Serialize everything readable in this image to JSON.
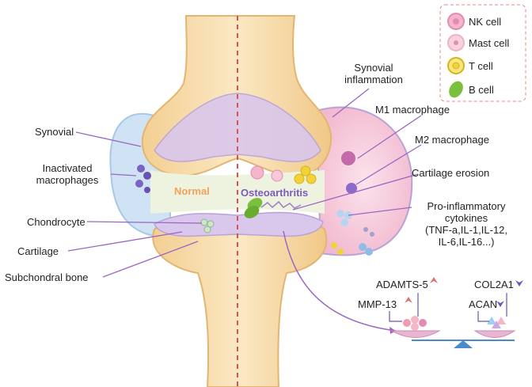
{
  "legend": {
    "items": [
      {
        "label": "NK cell",
        "icon": "nk-cell-icon",
        "color": "#e58ab2"
      },
      {
        "label": "Mast cell",
        "icon": "mast-cell-icon",
        "color": "#f3b6cc"
      },
      {
        "label": "T cell",
        "icon": "t-cell-icon",
        "color": "#f2d23a"
      },
      {
        "label": "B cell",
        "icon": "b-cell-icon",
        "color": "#7bbf3e"
      }
    ]
  },
  "regions": {
    "normal": "Normal",
    "oa": "Osteoarthritis"
  },
  "left_labels": {
    "synovial": "Synovial",
    "inactivated_line1": "Inactivated",
    "inactivated_line2": "macrophages",
    "chondrocyte": "Chondrocyte",
    "cartilage": "Cartilage",
    "subchondral": "Subchondral bone"
  },
  "right_labels": {
    "synovial_infl_line1": "Synovial",
    "synovial_infl_line2": "inflammation",
    "m1": "M1 macrophage",
    "m2": "M2 macrophage",
    "erosion": "Cartilage erosion",
    "pro_line1": "Pro-inflammatory",
    "pro_line2": "cytokines",
    "pro_line3": "(TNF-a,IL-1,IL-12,",
    "pro_line4": "IL-6,IL-16...)"
  },
  "markers": {
    "adamts5": "ADAMTS-5",
    "mmp13": "MMP-13",
    "col2a1": "COL2A1",
    "acan": "ACAN"
  },
  "colors": {
    "bone": "#f6d9a6",
    "cartilage": "#d9c7ec",
    "synovium": "#cfe3f5",
    "inflamed": "#f5c6d8",
    "normal_label": "#f2a25a",
    "oa_label": "#7b5bbf",
    "up_arrow": "#e07070",
    "down_arrow": "#6b54b8",
    "line": "#9a66c2"
  }
}
